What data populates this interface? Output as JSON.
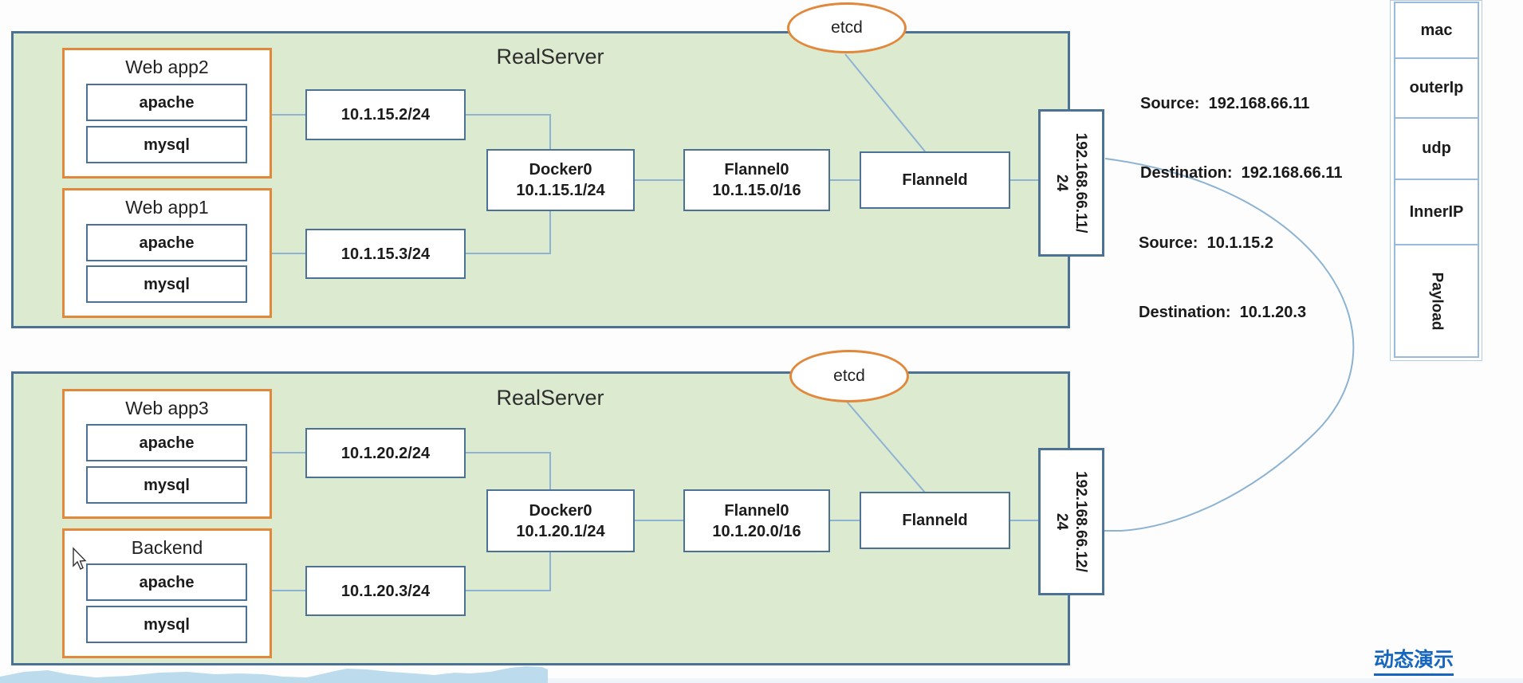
{
  "servers": [
    {
      "title": "RealServer",
      "etcd_label": "etcd",
      "groups": [
        {
          "label": "Web app2",
          "items": [
            "apache",
            "mysql"
          ]
        },
        {
          "label": "Web app1",
          "items": [
            "apache",
            "mysql"
          ]
        }
      ],
      "ip_boxes": [
        "10.1.15.2/24",
        "10.1.15.3/24"
      ],
      "docker": {
        "line1": "Docker0",
        "line2": "10.1.15.1/24"
      },
      "flannel": {
        "line1": "Flannel0",
        "line2": "10.1.15.0/16"
      },
      "flanneld_label": "Flanneld",
      "node_ip": {
        "line1": "192.168.66.11/",
        "line2": "24"
      }
    },
    {
      "title": "RealServer",
      "etcd_label": "etcd",
      "groups": [
        {
          "label": "Web app3",
          "items": [
            "apache",
            "mysql"
          ]
        },
        {
          "label": "Backend",
          "items": [
            "apache",
            "mysql"
          ]
        }
      ],
      "ip_boxes": [
        "10.1.20.2/24",
        "10.1.20.3/24"
      ],
      "docker": {
        "line1": "Docker0",
        "line2": "10.1.20.1/24"
      },
      "flannel": {
        "line1": "Flannel0",
        "line2": "10.1.20.0/16"
      },
      "flanneld_label": "Flanneld",
      "node_ip": {
        "line1": "192.168.66.12/",
        "line2": "24"
      }
    }
  ],
  "annotations": {
    "outer_packet": {
      "source": "Source:  192.168.66.11",
      "destination": "Destination:  192.168.66.11"
    },
    "inner_packet": {
      "source": "Source:  10.1.15.2",
      "destination": "Destination:  10.1.20.3"
    }
  },
  "packet_fields": {
    "f0": "mac",
    "f1": "outerIp",
    "f2": "udp",
    "f3": "InnerIP",
    "f4": "Payload"
  },
  "demo_link_label": "动态演示",
  "colors": {
    "server_fill": "#dcead0",
    "server_border": "#4b7294",
    "orange_border": "#e2883b",
    "connector_line": "#8db3d2",
    "packet_border": "#97badd",
    "link_blue": "#1666c0",
    "wave_blue": "#bcdcee"
  }
}
